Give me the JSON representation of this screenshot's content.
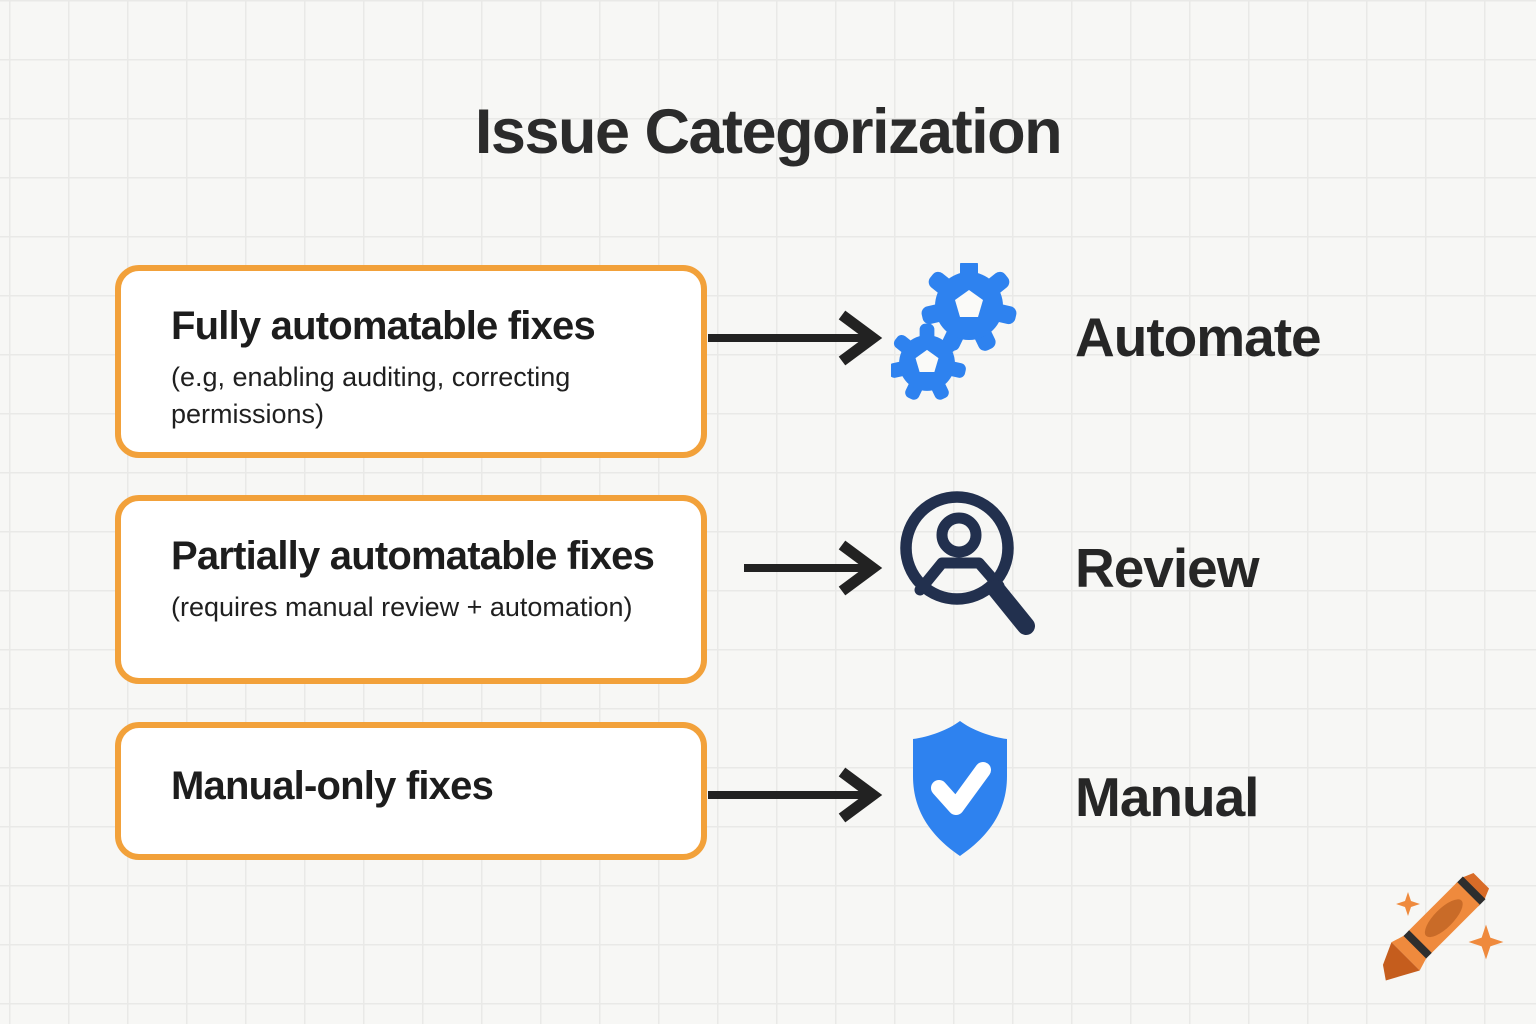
{
  "title": "Issue Categorization",
  "rows": [
    {
      "heading": "Fully automatable fixes",
      "subtext": "(e.g, enabling auditing, correcting permissions)",
      "icon": "gears-icon",
      "label": "Automate"
    },
    {
      "heading": "Partially automatable fixes",
      "subtext": "(requires manual review + automation)",
      "icon": "person-search-icon",
      "label": "Review"
    },
    {
      "heading": "Manual-only fixes",
      "subtext": "",
      "icon": "shield-check-icon",
      "label": "Manual"
    }
  ],
  "colors": {
    "box_border": "#F2A13A",
    "icon_blue": "#2E82EF",
    "icon_navy": "#22304E",
    "text": "#262626",
    "arrow": "#222222",
    "bg": "#F7F7F5",
    "crayon_orange": "#EF8A3D"
  },
  "watermark_icon": "crayon-icon"
}
